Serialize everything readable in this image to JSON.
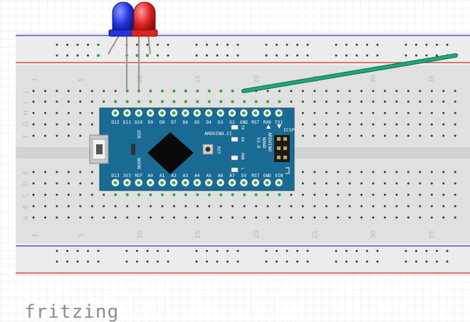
{
  "brand": {
    "name": "fritzing"
  },
  "breadboard": {
    "column_numbers": [
      "1",
      "5",
      "10",
      "15",
      "20",
      "25",
      "30",
      "35"
    ],
    "row_letters_top": [
      "J",
      "I",
      "H",
      "G",
      "F"
    ],
    "row_letters_bottom": [
      "E",
      "D",
      "C",
      "B",
      "A"
    ]
  },
  "nano": {
    "board_name": "ARDUINO NANO V3.0",
    "board_name_lines": [
      "ARDUINO",
      "NANO",
      "V3.0"
    ],
    "site": "ARDUINO.CC",
    "usb_label": "USB",
    "model_label": "NOON",
    "rst_label": "RST",
    "icsp_label": "ICSP",
    "led_labels": [
      "TX",
      "RX",
      "PWR",
      "L"
    ],
    "top_pins": [
      "D12",
      "D11",
      "D10",
      "D9",
      "D8",
      "D7",
      "D6",
      "D5",
      "D4",
      "D3",
      "D2",
      "GND",
      "RST",
      "RX0",
      "TX1"
    ],
    "bottom_pins": [
      "D13",
      "3V3",
      "REF",
      "A0",
      "A1",
      "A2",
      "A3",
      "A4",
      "A5",
      "A6",
      "A7",
      "5V",
      "RST",
      "GND",
      "VIN"
    ]
  },
  "leds": [
    {
      "name": "blue-led",
      "color": "#2233dd"
    },
    {
      "name": "red-led",
      "color": "#dd2222"
    }
  ],
  "colors": {
    "board_blue": "#1a6b94",
    "wire_green": "#20a878",
    "rail_red": "#d33030",
    "rail_blue": "#3040c0"
  }
}
